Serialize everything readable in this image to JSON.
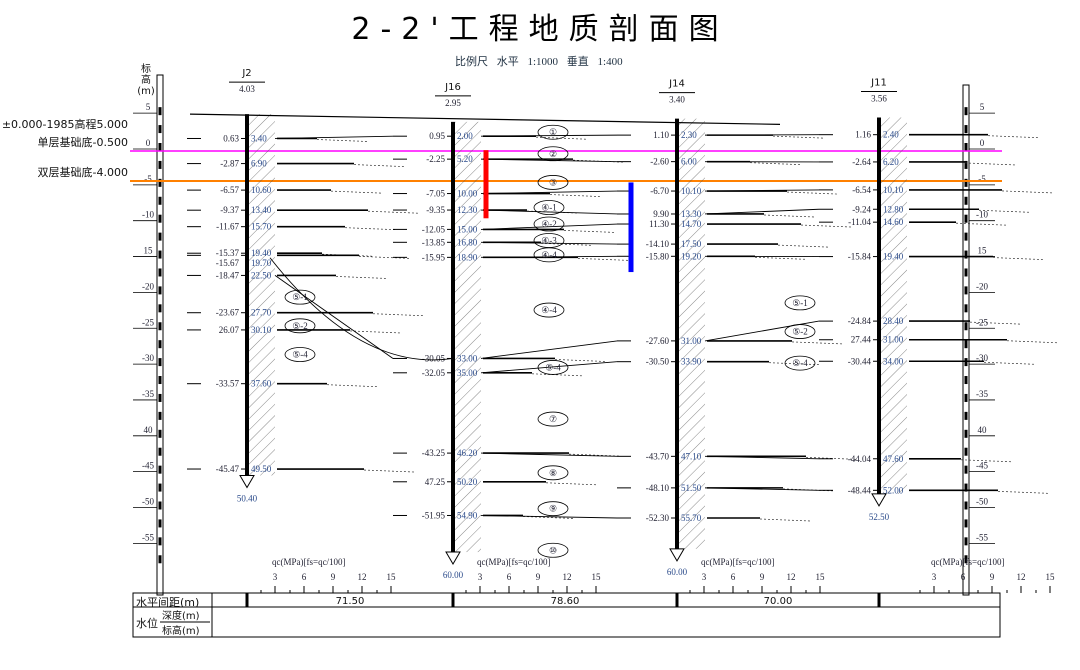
{
  "title": "2-2'工程地质剖面图",
  "scale_text": "比例尺  水平  1:1000   垂直  1:400",
  "axis_title": [
    "标",
    "高",
    "(m)"
  ],
  "elevation_ticks": [
    5,
    0,
    -5,
    -10,
    -15,
    -20,
    -25,
    -30,
    -35,
    -40,
    -45,
    -50,
    -55
  ],
  "elevation_tick_labels": [
    "5",
    "0",
    "-5",
    "-10",
    "15",
    "-20",
    "-25",
    "-30",
    "-35",
    "40",
    "-45",
    "-50",
    "-55"
  ],
  "reference_lines": [
    {
      "label": "±0.000-1985高程5.000",
      "elevation": null
    },
    {
      "label": "单层基础底-0.500",
      "elevation": -0.5,
      "color": "#ff00ff"
    },
    {
      "label": "双层基础底-4.000",
      "elevation": -4.0,
      "color": "#ff8000"
    }
  ],
  "boreholes": [
    {
      "name": "J2",
      "top": "4.03",
      "top_value": 4.03,
      "bottom": "50.40",
      "bottom_value": 50.4,
      "elevations": [
        "0.63",
        "-2.87",
        "-6.57",
        "-9.37",
        "-11.67",
        "-15.37",
        "-15.67",
        "-18.47",
        "-23.67",
        "26.07",
        "-33.57",
        "-45.47"
      ],
      "depths": [
        "3.40",
        "6.90",
        "10.60",
        "13.40",
        "15.70",
        "19.40",
        "19.70",
        "22.50",
        "27.70",
        "30.10",
        "37.60",
        "49.50"
      ]
    },
    {
      "name": "J16",
      "top": "2.95",
      "top_value": 2.95,
      "bottom": "60.00",
      "bottom_value": 60.0,
      "elevations": [
        "0.95",
        "-2.25",
        "-7.05",
        "-9.35",
        "-12.05",
        "-13.85",
        "-15.95",
        "-30.05",
        "-32.05",
        "-43.25",
        "47.25",
        "-51.95"
      ],
      "depths": [
        "2.00",
        "5.20",
        "10.00",
        "12.30",
        "15.00",
        "16.80",
        "18.90",
        "33.00",
        "35.00",
        "46.20",
        "50.20",
        "54.90"
      ]
    },
    {
      "name": "J14",
      "top": "3.40",
      "top_value": 3.4,
      "bottom": "60.00",
      "bottom_value": 60.0,
      "elevations": [
        "1.10",
        "-2.60",
        "-6.70",
        "9.90",
        "11.30",
        "-14.10",
        "-15.80",
        "-27.60",
        "-30.50",
        "-43.70",
        "-48.10",
        "-52.30"
      ],
      "depths": [
        "2.30",
        "6.00",
        "10.10",
        "13.30",
        "14.70",
        "17.50",
        "19.20",
        "31.00",
        "33.90",
        "47.10",
        "51.50",
        "55.70"
      ]
    },
    {
      "name": "J11",
      "top": "3.56",
      "top_value": 3.56,
      "bottom": "52.50",
      "bottom_value": 52.5,
      "elevations": [
        "1.16",
        "-2.64",
        "-6.54",
        "-9.24",
        "-11.04",
        "-15.84",
        "-24.84",
        "27.44",
        "-30.44",
        "-44.04",
        "-48.44"
      ],
      "depths": [
        "2.40",
        "6.20",
        "10.10",
        "12.80",
        "14.60",
        "19.40",
        "28.40",
        "31.00",
        "34.00",
        "47.60",
        "52.00"
      ]
    }
  ],
  "layers": [
    {
      "label": "①",
      "elevation": 1.5
    },
    {
      "label": "②",
      "elevation": -1.5
    },
    {
      "label": "③",
      "elevation": -5.5
    },
    {
      "label": "④-1",
      "elevation": -9.0
    },
    {
      "label": "④-2",
      "elevation": -11.3
    },
    {
      "label": "④-3",
      "elevation": -13.6
    },
    {
      "label": "④-4",
      "elevation": -15.6
    },
    {
      "label": "④-4",
      "elevation": -23.3
    },
    {
      "label": "⑤-4",
      "elevation": -31.3
    },
    {
      "label": "⑦",
      "elevation": -38.5
    },
    {
      "label": "⑧",
      "elevation": -46.0
    },
    {
      "label": "⑨",
      "elevation": -51.0
    },
    {
      "label": "⑩",
      "elevation": -56.8
    },
    {
      "label": "⑤-1",
      "elevation": -21.5
    },
    {
      "label": "⑤-2",
      "elevation": -25.5
    },
    {
      "label": "⑤-4",
      "elevation": -29.5
    },
    {
      "label": "⑤-1",
      "elevation": -22.3
    },
    {
      "label": "⑤-2",
      "elevation": -26.3
    },
    {
      "label": "⑤-4",
      "elevation": -30.7
    }
  ],
  "markers": [
    {
      "name": "red-bar",
      "color": "#ff0000",
      "from": -1.0,
      "to": -10.5
    },
    {
      "name": "blue-bar",
      "color": "#0000ff",
      "from": -5.5,
      "to": -18.0
    }
  ],
  "cpt_axis": {
    "label": "qc(MPa)[fs=qc/100]",
    "ticks": [
      "3",
      "6",
      "9",
      "12",
      "15"
    ]
  },
  "table": {
    "row1_label": "水平间距(m)",
    "row2_label": "水位",
    "row2_sub_top": "深度(m)",
    "row2_sub_bottom": "标高(m)",
    "distances": [
      "71.50",
      "78.60",
      "70.00"
    ]
  }
}
